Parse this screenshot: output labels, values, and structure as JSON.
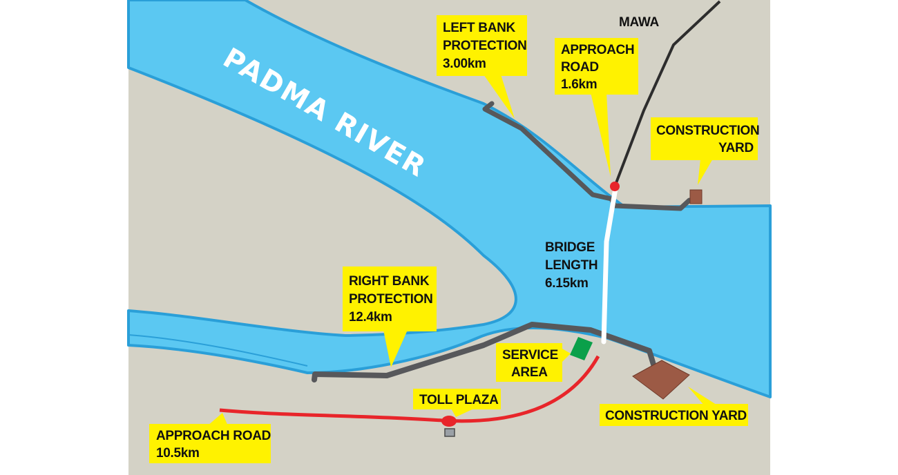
{
  "map": {
    "river_name": "PADMA RIVER",
    "town": "MAWA",
    "colors": {
      "land": "#d4d2c6",
      "water": "#5bc8f2",
      "water_edge": "#2a9fd8",
      "bank_protection": "#57585b",
      "approach_road": "#e8252a",
      "bridge": "#ffffff",
      "callout": "#fff200",
      "service_area": "#0aa04a",
      "construction_yard": "#9c5a45"
    },
    "callouts": {
      "left_bank": {
        "line1": "LEFT BANK",
        "line2": "PROTECTION",
        "line3": "3.00km"
      },
      "approach_north": {
        "line1": "APPROACH",
        "line2": "ROAD",
        "line3": "1.6km"
      },
      "construction_north": {
        "line1": "CONSTRUCTION",
        "line2": "YARD"
      },
      "right_bank": {
        "line1": "RIGHT BANK",
        "line2": "PROTECTION",
        "line3": "12.4km"
      },
      "service_area": {
        "line1": "SERVICE",
        "line2": "AREA"
      },
      "toll_plaza": {
        "line1": "TOLL PLAZA"
      },
      "construction_south": {
        "line1": "CONSTRUCTION  YARD"
      },
      "approach_south": {
        "line1": "APPROACH ROAD",
        "line2": "10.5km"
      }
    },
    "bridge_label": {
      "line1": "BRIDGE",
      "line2": "LENGTH",
      "line3": "6.15km"
    }
  }
}
